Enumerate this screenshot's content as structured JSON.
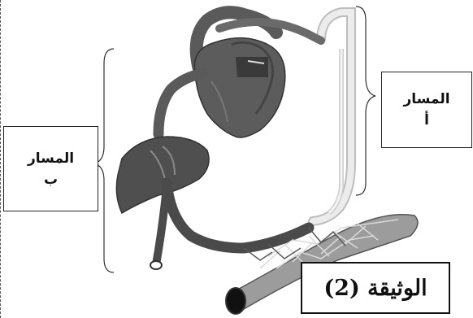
{
  "labels": {
    "path_a": {
      "line1": "المسار",
      "line2": "أ"
    },
    "path_b": {
      "line1": "المسار",
      "line2": "ب"
    }
  },
  "document_title": "الوثيقة (2)",
  "colors": {
    "vessel_dark": "#5a5a5a",
    "vessel_mid": "#8a8a8a",
    "vessel_light": "#e6e6e6",
    "intestine": "#9c9c9c",
    "heart": "#5c5c5c",
    "liver": "#4f4f4f"
  }
}
